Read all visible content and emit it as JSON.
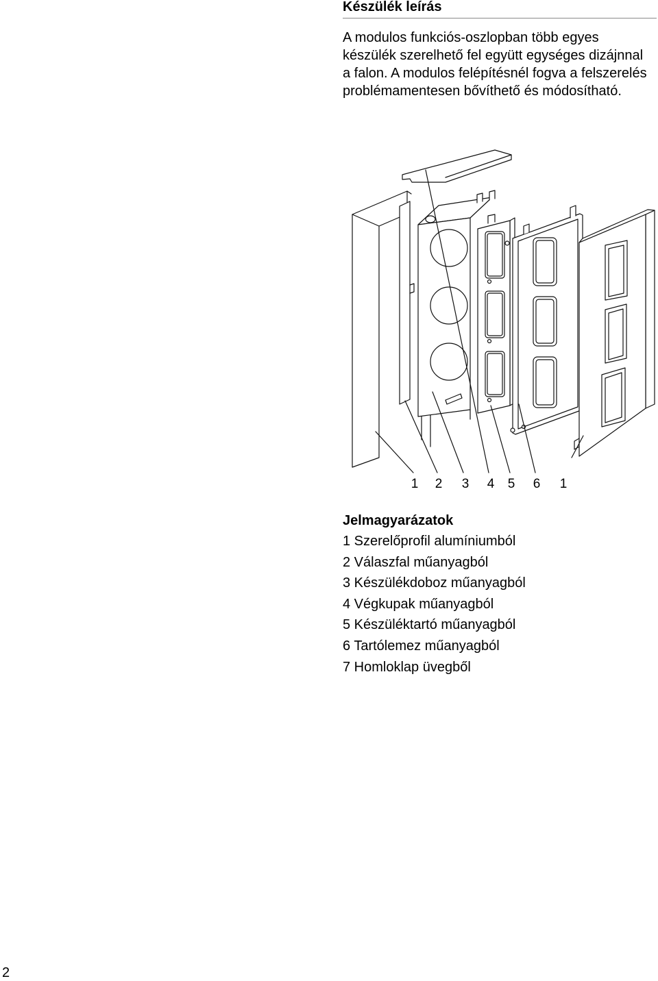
{
  "heading": "Készülék leírás",
  "intro_lines": [
    "A modulos funkciós-oszlopban több egyes",
    "készülék szerelhető fel együtt egységes dizájnnal",
    "a falon. A modulos felépítésnél fogva a felszerelés",
    "problémamentesen bővíthető és módosítható."
  ],
  "figure": {
    "callouts": [
      "1",
      "2",
      "3",
      "4",
      "5",
      "6",
      "1"
    ]
  },
  "legend": {
    "title": "Jelmagyarázatok",
    "items": [
      "1 Szerelőprofil alumíniumból",
      "2 Válaszfal műanyagból",
      "3 Készülékdoboz műanyagból",
      "4 Végkupak műanyagból",
      "5 Készüléktartó műanyagból",
      "6 Tartólemez műanyagból",
      "7 Homloklap üvegből"
    ]
  },
  "page_number": "2"
}
